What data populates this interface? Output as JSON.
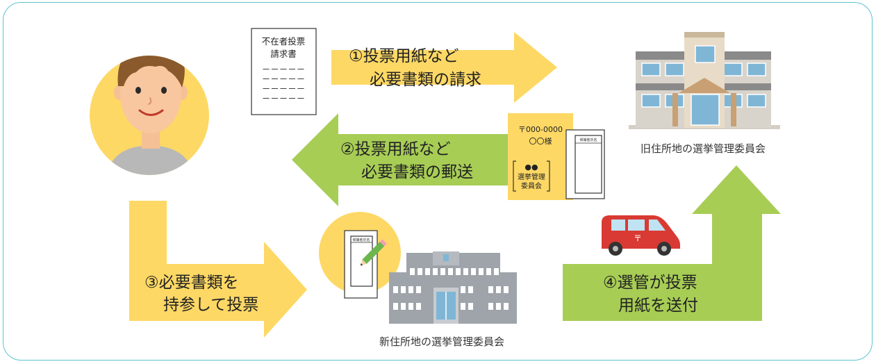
{
  "arrows": {
    "step1": {
      "line1": "①投票用紙など",
      "line2": "必要書類の請求"
    },
    "step2": {
      "line1": "②投票用紙など",
      "line2": "必要書類の郵送"
    },
    "step3": {
      "line1": "③必要書類を",
      "line2": "持参して投票"
    },
    "step4": {
      "line1": "④選管が投票",
      "line2": "用紙を送付"
    }
  },
  "request_form": {
    "line1": "不在者投票",
    "line2": "請求書",
    "dashes": [
      "－－－－－",
      "－－－－－",
      "－－－－－",
      "－－－－－"
    ]
  },
  "envelope": {
    "postal": "〒000-0000",
    "addressee": "〇〇様",
    "sender_mark": "●●",
    "sender_line1": "選挙管理",
    "sender_line2": "委員会"
  },
  "ballot_label": "候補者氏名",
  "captions": {
    "old_committee": "旧住所地の選挙管理委員会",
    "new_committee": "新住所地の選挙管理委員会"
  },
  "colors": {
    "frame": "#5cc3cf",
    "yellow_arrow": "#fdd865",
    "green_arrow": "#a7cd55",
    "circle": "#fdd865"
  }
}
